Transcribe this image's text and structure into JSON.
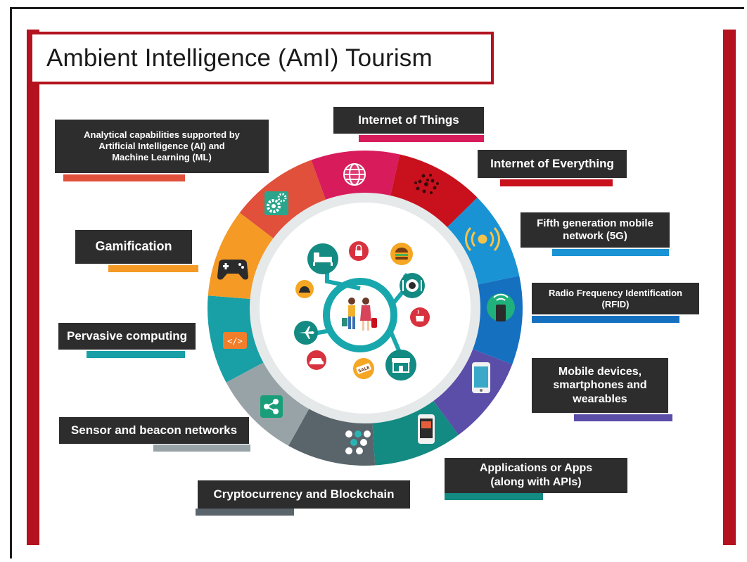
{
  "title": "Ambient Intelligence (AmI) Tourism",
  "colors": {
    "brand_red": "#b3121e",
    "label_bg": "#2d2d2d"
  },
  "labels": {
    "ai_ml": "Analytical capabilities supported by\nArtificial Intelligence (AI) and\nMachine Learning (ML)",
    "iot": "Internet of Things",
    "ioe": "Internet of Everything",
    "fiveg": "Fifth generation mobile\nnetwork (5G)",
    "gamification": "Gamification",
    "rfid": "Radio Frequency Identification\n(RFID)",
    "pervasive": "Pervasive computing",
    "mobile": "Mobile devices,\nsmartphones and\nwearables",
    "sensor": "Sensor and beacon networks",
    "apps": "Applications or Apps\n(along with APIs)",
    "crypto": "Cryptocurrency and Blockchain"
  },
  "wheel_segments": [
    {
      "name": "internet-of-things",
      "color": "#d81b5b",
      "icon": "globe-icon"
    },
    {
      "name": "internet-of-everything",
      "color": "#c8111d",
      "icon": "dot-cluster-icon"
    },
    {
      "name": "5g",
      "color": "#1a93d4",
      "icon": "wireless-signal-icon"
    },
    {
      "name": "rfid",
      "color": "#1570c0",
      "icon": "rfid-phone-icon"
    },
    {
      "name": "mobile-devices",
      "color": "#5b4ea8",
      "icon": "smartphone-icon"
    },
    {
      "name": "apps",
      "color": "#138a82",
      "icon": "app-phone-icon"
    },
    {
      "name": "blockchain",
      "color": "#59646b",
      "icon": "blockchain-nodes-icon"
    },
    {
      "name": "sensor-networks",
      "color": "#98a3a8",
      "icon": "share-icon"
    },
    {
      "name": "pervasive-computing",
      "color": "#18a0a6",
      "icon": "code-icon"
    },
    {
      "name": "gamification",
      "color": "#f49a25",
      "icon": "gamepad-icon"
    },
    {
      "name": "ai-ml",
      "color": "#e0503a",
      "icon": "gears-icon"
    }
  ],
  "center_icons": [
    "bed-icon",
    "lock-icon",
    "burger-icon",
    "plate-cutlery-icon",
    "coffee-cup-icon",
    "shop-icon",
    "sale-tag-icon",
    "car-icon",
    "plane-icon",
    "service-bell-icon",
    "travelers-icon"
  ]
}
